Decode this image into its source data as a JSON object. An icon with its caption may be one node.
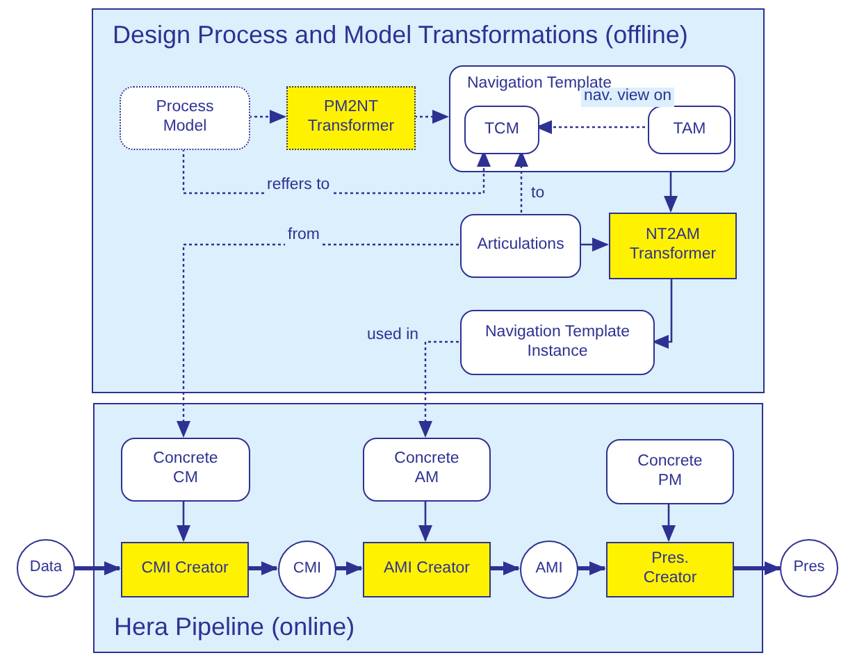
{
  "diagram": {
    "nodes": [
      {
        "text": [
          "Design Process and Model Transformations (offline)"
        ]
      },
      {
        "text": [
          "Process Model"
        ],
        "in": 0
      },
      {
        "text": [
          "PM2NT Transformer"
        ],
        "in": 0
      },
      {
        "text": [
          "Navigation Template"
        ],
        "in": 0
      },
      {
        "text": [
          "TCM"
        ],
        "in": 3
      },
      {
        "text": [
          "TAM"
        ],
        "in": 3
      },
      {
        "text": [
          "Articulations"
        ],
        "in": 0
      },
      {
        "text": [
          "NT2AM Transformer"
        ],
        "in": 0
      },
      {
        "text": [
          "Navigation Template Instance"
        ],
        "in": 0
      },
      {
        "text": [
          "Hera Pipeline (online)"
        ]
      },
      {
        "text": [
          "Concrete CM"
        ],
        "in": 9
      },
      {
        "text": [
          "Concrete AM"
        ],
        "in": 9
      },
      {
        "text": [
          "Concrete PM"
        ],
        "in": 9
      },
      {
        "text": [
          "Data"
        ]
      },
      {
        "text": [
          "CMI Creator"
        ],
        "in": 9
      },
      {
        "text": [
          "CMI"
        ],
        "in": 9
      },
      {
        "text": [
          "AMI Creator"
        ],
        "in": 9
      },
      {
        "text": [
          "AMI"
        ],
        "in": 9
      },
      {
        "text": [
          "Pres.  Creator"
        ],
        "in": 9
      },
      {
        "text": [
          "Pres"
        ]
      }
    ],
    "edges": [
      {
        "from": 1,
        "to": 2,
        "arrow": "to",
        "style": "dashed"
      },
      {
        "from": 2,
        "to": 3,
        "arrow": "to",
        "style": "dashed"
      },
      {
        "from": 5,
        "to": 4,
        "arrow": "to",
        "style": "dashed",
        "label": "nav. view on"
      },
      {
        "from": 1,
        "to": 4,
        "arrow": "to",
        "style": "dashed",
        "label": "reffers to"
      },
      {
        "from": 6,
        "to": 4,
        "arrow": "to",
        "style": "dashed",
        "label": "to"
      },
      {
        "from": 3,
        "to": 7,
        "arrow": "to"
      },
      {
        "from": 6,
        "to": 7,
        "arrow": "to"
      },
      {
        "from": 6,
        "to": 10,
        "arrow": "to",
        "style": "dashed",
        "label": "from"
      },
      {
        "from": 7,
        "to": 8,
        "arrow": "to"
      },
      {
        "from": 8,
        "to": 11,
        "arrow": "to",
        "style": "dashed",
        "label": "used in"
      },
      {
        "from": 10,
        "to": 14,
        "arrow": "to"
      },
      {
        "from": 11,
        "to": 16,
        "arrow": "to"
      },
      {
        "from": 12,
        "to": 18,
        "arrow": "to"
      },
      {
        "from": 13,
        "to": 14,
        "arrow": "to",
        "style": "thick"
      },
      {
        "from": 14,
        "to": 15,
        "arrow": "to",
        "style": "thick"
      },
      {
        "from": 15,
        "to": 16,
        "arrow": "to",
        "style": "thick"
      },
      {
        "from": 16,
        "to": 17,
        "arrow": "to",
        "style": "thick"
      },
      {
        "from": 17,
        "to": 18,
        "arrow": "to",
        "style": "thick"
      },
      {
        "from": 18,
        "to": 19,
        "arrow": "to",
        "style": "thick"
      }
    ]
  }
}
